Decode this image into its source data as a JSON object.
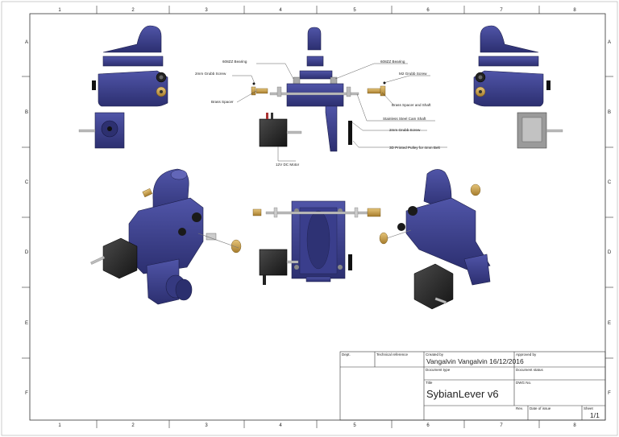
{
  "sheet": {
    "cols": [
      "1",
      "2",
      "3",
      "4",
      "5",
      "6",
      "7",
      "8"
    ],
    "rows": [
      "A",
      "B",
      "C",
      "D",
      "E",
      "F"
    ]
  },
  "callouts": {
    "bearing_left": "608ZZ Bearing",
    "bearing_right": "608ZZ Bearing",
    "grub_left": "2mm Grubb Screw",
    "grub_m2": "M2 Grubb Screw",
    "brass_spacer": "Brass Spacer",
    "brass_spacer_shaft": "Brass Spacer and Shaft",
    "cam_shaft": "Stainless Steel Cam Shaft",
    "grub_right": "2mm Grubb Screw",
    "pulley": "3D Printed Pulley for 4mm Belt",
    "motor": "12V DC Motor"
  },
  "title_block": {
    "dept_label": "Dept.",
    "tech_ref_label": "Technical reference",
    "created_by_label": "Created by",
    "created_by_value": "Vangalvin Vangalvin 16/12/2016",
    "approved_by_label": "Approved by",
    "doc_type_label": "Document type",
    "doc_status_label": "Document status",
    "title_label": "Title",
    "title_value": "SybianLever v6",
    "dwg_label": "DWG No.",
    "rev_label": "Rev.",
    "date_issue_label": "Date of issue",
    "sheet_label": "Sheet",
    "sheet_value": "1/1"
  },
  "colors": {
    "part": "#3b3f8f",
    "part_dark": "#25285e",
    "brass": "#c9a04a",
    "motor": "#2b2b2b",
    "steel": "#b8b8b8"
  }
}
